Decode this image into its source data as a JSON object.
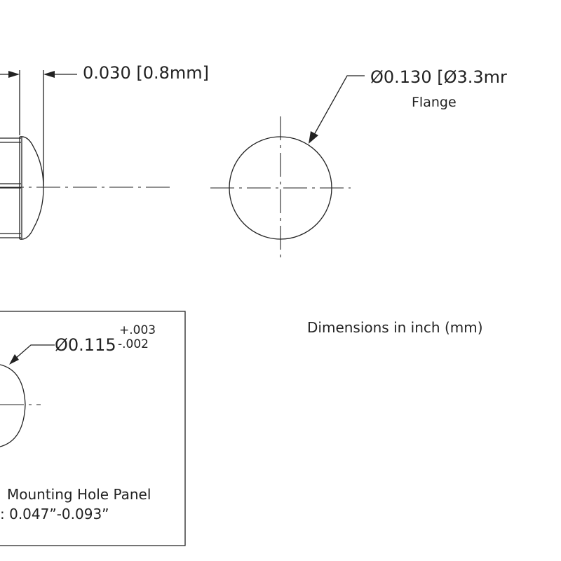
{
  "drawing": {
    "side_view_thickness_dim": "0.030 [0.8mm]",
    "flange_diameter_dim": "Ø0.130 [Ø3.3mr",
    "flange_label": "Flange",
    "units_note": "Dimensions in inch (mm)",
    "mounting_hole": {
      "diameter": "Ø0.115",
      "tol_plus": "+.003",
      "tol_minus": "-.002",
      "title": "Mounting Hole Panel",
      "thickness_range": ": 0.047”-0.093”"
    }
  },
  "colors": {
    "ink": "#222222",
    "background": "#ffffff"
  }
}
